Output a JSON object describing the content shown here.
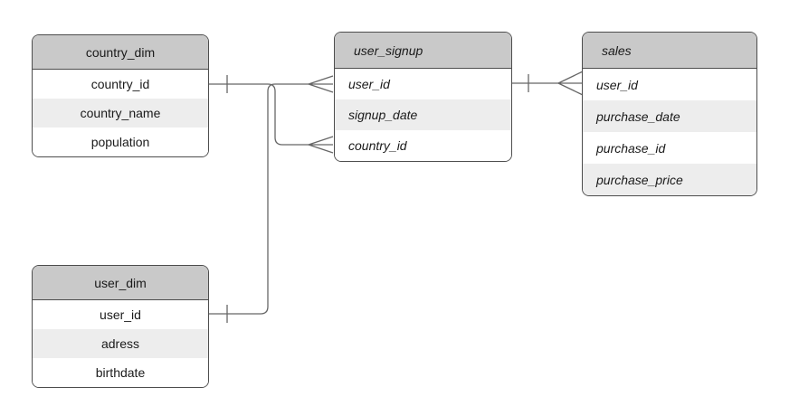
{
  "diagram": {
    "type": "entity-relationship",
    "tables": [
      {
        "name": "country_dim",
        "text_style": "regular",
        "columns": [
          "country_id",
          "country_name",
          "population"
        ]
      },
      {
        "name": "user_signup",
        "text_style": "italic",
        "columns": [
          "user_id",
          "signup_date",
          "country_id"
        ]
      },
      {
        "name": "sales",
        "text_style": "italic",
        "columns": [
          "user_id",
          "purchase_date",
          "purchase_id",
          "purchase_price"
        ]
      },
      {
        "name": "user_dim",
        "text_style": "regular",
        "columns": [
          "user_id",
          "adress",
          "birthdate"
        ]
      }
    ],
    "relationships": [
      {
        "from_table": "country_dim",
        "from_column": "country_id",
        "to_table": "user_signup",
        "to_column": "country_id",
        "from_cardinality": "one",
        "to_cardinality": "many"
      },
      {
        "from_table": "user_dim",
        "from_column": "user_id",
        "to_table": "user_signup",
        "to_column": "user_id",
        "from_cardinality": "one",
        "to_cardinality": "many"
      },
      {
        "from_table": "user_signup",
        "from_column": "user_id",
        "to_table": "sales",
        "to_column": "user_id",
        "from_cardinality": "one",
        "to_cardinality": "many"
      }
    ],
    "colors": {
      "background": "#ffffff",
      "header_fill": "#c9c9c9",
      "row_fill": "#ffffff",
      "row_alt_fill": "#ededed",
      "border": "#4d4d4d",
      "connector": "#666666",
      "text": "#1a1a1a"
    }
  }
}
